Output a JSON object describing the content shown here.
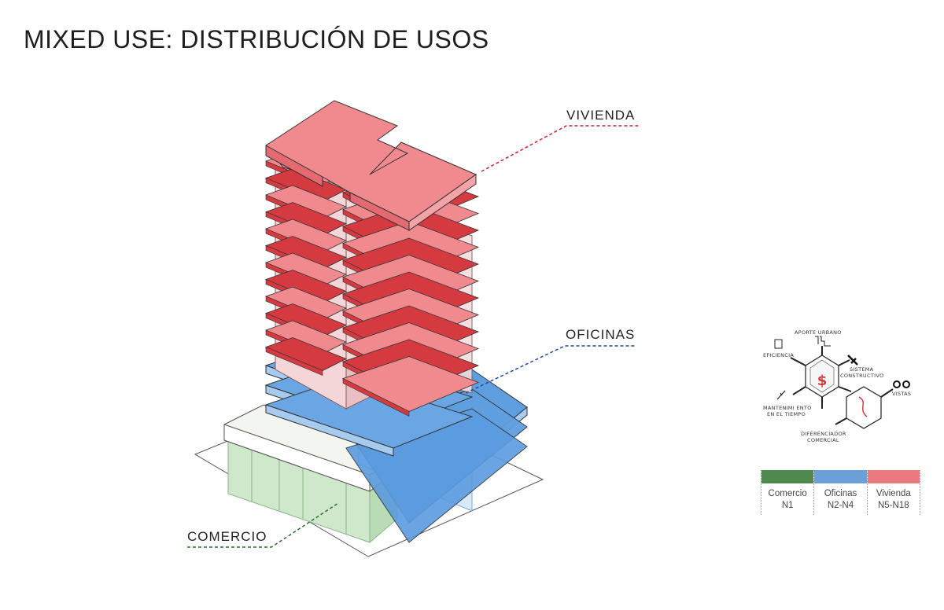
{
  "title": "MIXED USE: DISTRIBUCIÓN DE USOS",
  "callouts": {
    "vivienda": "VIVIENDA",
    "oficinas": "OFICINAS",
    "comercio": "COMERCIO"
  },
  "icon_labels": {
    "aporte": "APORTE URBANO",
    "eficiencia": "EFICIENCIA",
    "sistema_1": "SISTEMA",
    "sistema_2": "CONSTRUCTIVO",
    "vistas": "VISTAS",
    "mant_1": "MANTENIMI ENTO",
    "mant_2": "EN EL TIEMPO",
    "dif_1": "DIFERENCIADOR",
    "dif_2": "COMERCIAL",
    "dollar": "$"
  },
  "legend": [
    {
      "line1": "Comercio",
      "line2": "N1",
      "color": "#4e8a4e"
    },
    {
      "line1": "Oficinas",
      "line2": "N2-N4",
      "color": "#6b9fd8"
    },
    {
      "line1": "Vivienda",
      "line2": "N5-N18",
      "color": "#ea7a80"
    }
  ],
  "colors": {
    "vivienda_dark": "#d43a40",
    "vivienda_light": "#f08a8e",
    "oficinas": "#5b9be0",
    "comercio": "#cfe8cc",
    "comercio_line": "#3a7a3a"
  }
}
